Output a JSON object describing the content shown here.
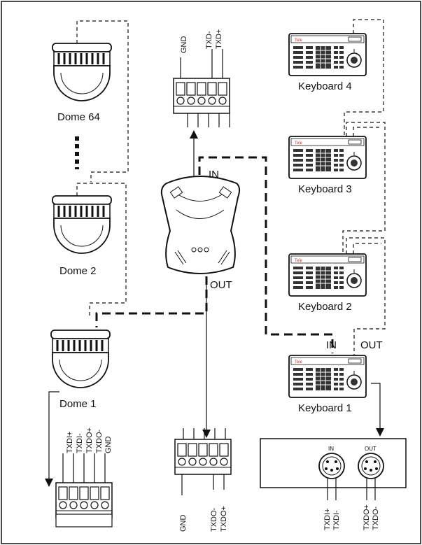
{
  "domes": {
    "dome64": "Dome 64",
    "dome2": "Dome 2",
    "dome1": "Dome 1"
  },
  "keyboards": {
    "kb4": "Keyboard 4",
    "kb3": "Keyboard 3",
    "kb2": "Keyboard 2",
    "kb1": "Keyboard 1"
  },
  "hub": {
    "in": "IN",
    "out": "OUT"
  },
  "kb1_ports": {
    "in": "IN",
    "out": "OUT"
  },
  "top_terminal": [
    "GND",
    "TXD-",
    "TXD+"
  ],
  "bottom_terminal": [
    "GND",
    "TXDO-",
    "TXDO+"
  ],
  "dome_terminal": [
    "TXDI+",
    "TXDI-",
    "TXDO+",
    "TXDO-",
    "GND"
  ],
  "din_box": {
    "in_label": "IN",
    "out_label": "OUT",
    "in_pins": [
      "TXDI+",
      "TXDI-"
    ],
    "out_pins": [
      "TXDO+",
      "TXDO-"
    ]
  },
  "colors": {
    "line": "#111111",
    "keyboard_red": "#c0392b"
  }
}
